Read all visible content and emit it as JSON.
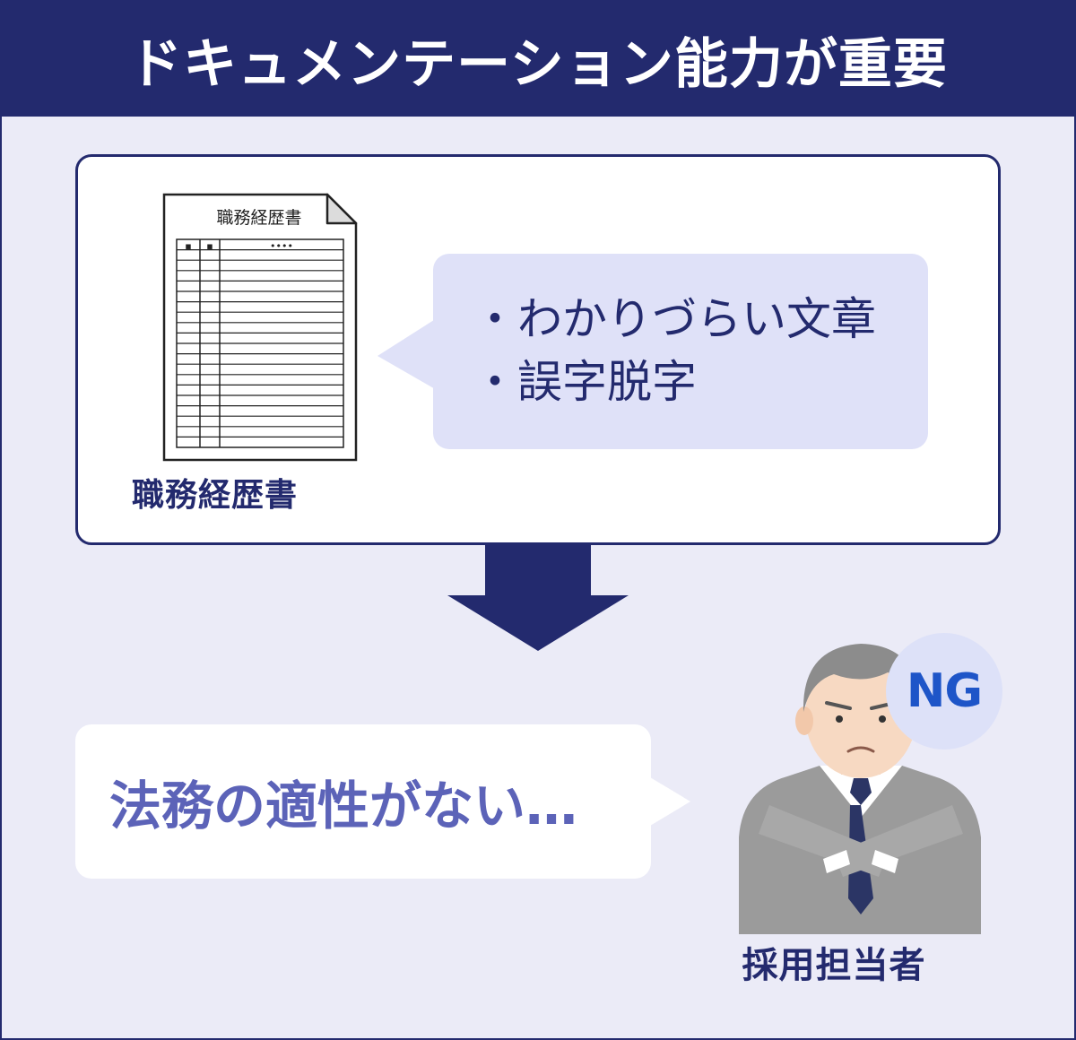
{
  "header": {
    "title": "ドキュメンテーション能力が重要"
  },
  "document": {
    "sheet_title": "職務経歴書",
    "caption": "職務経歴書",
    "table_header_marks": [
      "▪",
      "▪",
      "••••"
    ]
  },
  "issues": {
    "items": [
      "・わかりづらい文章",
      "・誤字脱字"
    ]
  },
  "verdict": {
    "text": "法務の適性がない…"
  },
  "recruiter": {
    "badge": "NG",
    "caption": "採用担当者"
  },
  "colors": {
    "navy": "#232a6e",
    "background": "#ebebf7",
    "bubble": "#dfe1f8",
    "verdict_text": "#5c63b8",
    "ng_text": "#1e55c8"
  }
}
